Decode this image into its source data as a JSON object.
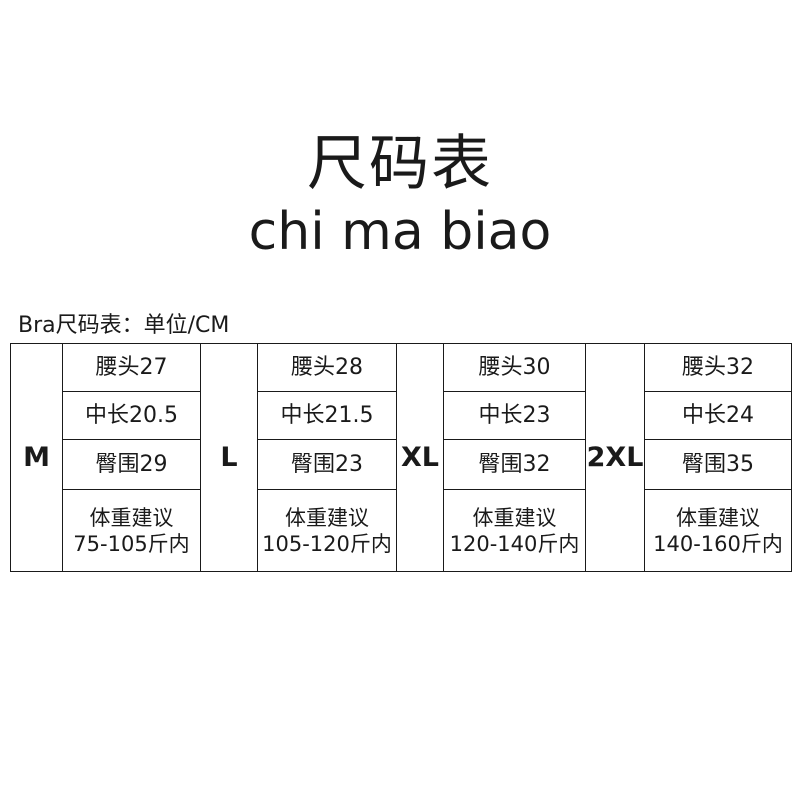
{
  "header": {
    "title": "尺码表",
    "subtitle": "chi ma biao"
  },
  "caption": "Bra尺码表：单位/CM",
  "sizes": [
    {
      "label": "M",
      "waist": "腰头27",
      "length": "中长20.5",
      "hip": "臀围29",
      "weight_line1": "体重建议",
      "weight_line2": "75-105斤内"
    },
    {
      "label": "L",
      "waist": "腰头28",
      "length": "中长21.5",
      "hip": "臀围23",
      "weight_line1": "体重建议",
      "weight_line2": "105-120斤内"
    },
    {
      "label": "XL",
      "waist": "腰头30",
      "length": "中长23",
      "hip": "臀围32",
      "weight_line1": "体重建议",
      "weight_line2": "120-140斤内"
    },
    {
      "label": "2XL",
      "waist": "腰头32",
      "length": "中长24",
      "hip": "臀围35",
      "weight_line1": "体重建议",
      "weight_line2": "140-160斤内"
    }
  ]
}
